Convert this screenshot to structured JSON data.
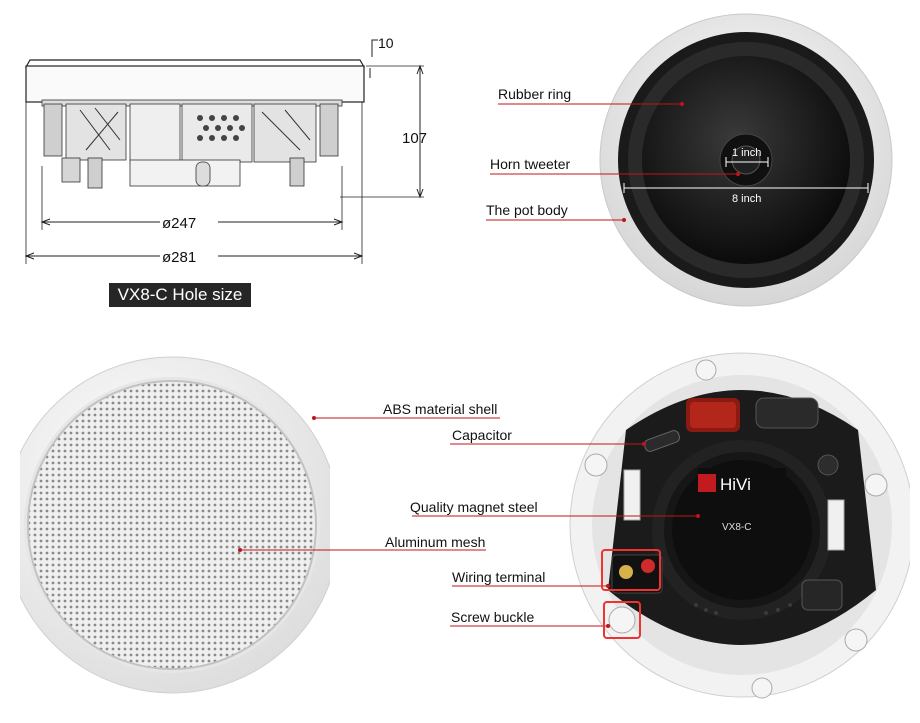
{
  "drawing": {
    "dim_flange": "10",
    "dim_height": "107",
    "dim_inner": "ø247",
    "dim_outer": "ø281",
    "caption": "VX8-C Hole size"
  },
  "front": {
    "callouts": {
      "rubber_ring": "Rubber ring",
      "horn_tweeter": "Horn tweeter",
      "pot_body": "The pot body"
    },
    "dim_tweeter": "1 inch",
    "dim_woofer": "8 inch"
  },
  "grille": {
    "callouts": {
      "abs_shell": "ABS material shell",
      "aluminum_mesh": "Aluminum mesh"
    }
  },
  "back": {
    "callouts": {
      "capacitor": "Capacitor",
      "magnet": "Quality magnet steel",
      "wiring_terminal": "Wiring terminal",
      "screw_buckle": "Screw buckle"
    },
    "brand": "HiVi",
    "model": "VX8-C"
  },
  "colors": {
    "callout_line": "#c0141c",
    "label_bg": "#262626",
    "speaker_black": "#151515",
    "shell_white": "#f0f0f0"
  }
}
